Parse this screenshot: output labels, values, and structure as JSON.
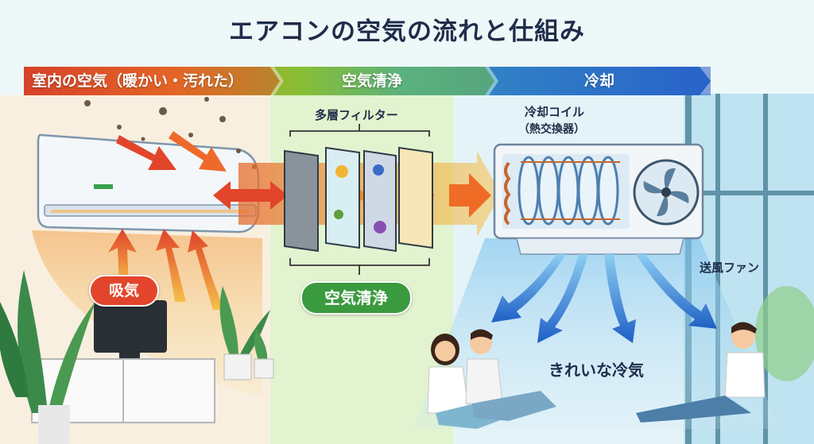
{
  "title": "エアコンの空気の流れと仕組み",
  "stages": [
    {
      "label": "室内の空気（暖かい・汚れた）",
      "color": "#d9412b"
    },
    {
      "label": "空気清浄",
      "color": "#6fb33a"
    },
    {
      "label": "冷却",
      "color": "#2a6fd1"
    }
  ],
  "labels": {
    "filter": "多層フィルター",
    "coil_line1": "冷却コイル",
    "coil_line2": "（熱交換器）",
    "fan": "送風ファン",
    "intake": "吸気",
    "purify": "空気清浄",
    "clean_air": "きれいな冷気"
  },
  "colors": {
    "warm": "#e8502a",
    "purify": "#3a9a3e",
    "cool": "#1f63c9",
    "title": "#1f2d4a"
  }
}
